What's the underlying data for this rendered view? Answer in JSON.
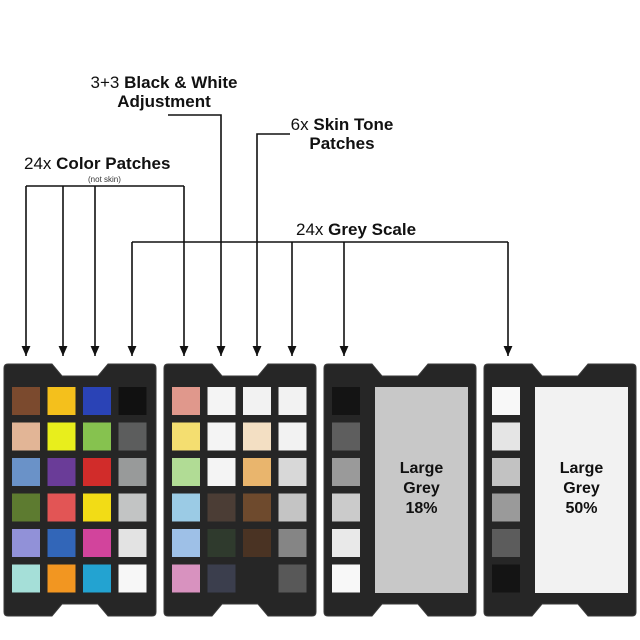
{
  "labels": {
    "color": {
      "count": "24x",
      "name": "Color Patches",
      "note": "(not skin)"
    },
    "bw": {
      "count": "3+3",
      "name_line1": "Black & White",
      "name_line2": "Adjustment"
    },
    "skin": {
      "count": "6x",
      "name_line1": "Skin Tone",
      "name_line2": "Patches"
    },
    "grey": {
      "count": "24x",
      "name": "Grey Scale"
    }
  },
  "cards": [
    {
      "patches": [
        [
          "#7b4a2e",
          "#f4c01c",
          "#2a43b6",
          "#111111"
        ],
        [
          "#e2b596",
          "#e8ee1c",
          "#86c24f",
          "#5c5d5d"
        ],
        [
          "#6a92c8",
          "#6a3c98",
          "#d12c2a",
          "#989a9a"
        ],
        [
          "#5d7b30",
          "#e25555",
          "#f2dc16",
          "#c2c4c4"
        ],
        [
          "#9191d8",
          "#3266b8",
          "#d2449c",
          "#e3e3e3"
        ],
        [
          "#a5dfd8",
          "#f29621",
          "#23a3d1",
          "#f7f7f7"
        ]
      ]
    },
    {
      "patches": [
        [
          "#e0988c",
          "#f4f4f4",
          "#f2f2f2",
          "#f2f2f2"
        ],
        [
          "#f4de70",
          "#f4f4f4",
          "#f3dfc3",
          "#f2f2f2"
        ],
        [
          "#b1dc95",
          "#f4f4f4",
          "#e9b56d",
          "#d8d8d8"
        ],
        [
          "#9bcbe5",
          "#4b3d35",
          "#6e4a2d",
          "#c4c4c4"
        ],
        [
          "#9ec0e7",
          "#2f3a2d",
          "#4a3323",
          "#858585"
        ],
        [
          "#d892bf",
          "#3b3e4d",
          "#262626",
          "#585858"
        ]
      ]
    },
    {
      "strip": [
        "#141414",
        "#5e5e5e",
        "#9a9a9a",
        "#cbcbcb",
        "#e9e9e9",
        "#f8f8f8"
      ],
      "large": {
        "color": "#c8c8c8",
        "line1": "Large",
        "line2": "Grey",
        "line3": "18%"
      }
    },
    {
      "strip": [
        "#f8f8f8",
        "#e5e5e5",
        "#c2c2c2",
        "#9a9a9a",
        "#5c5c5c",
        "#141414"
      ],
      "large": {
        "color": "#f2f2f2",
        "line1": "Large",
        "line2": "Grey",
        "line3": "50%"
      }
    }
  ]
}
